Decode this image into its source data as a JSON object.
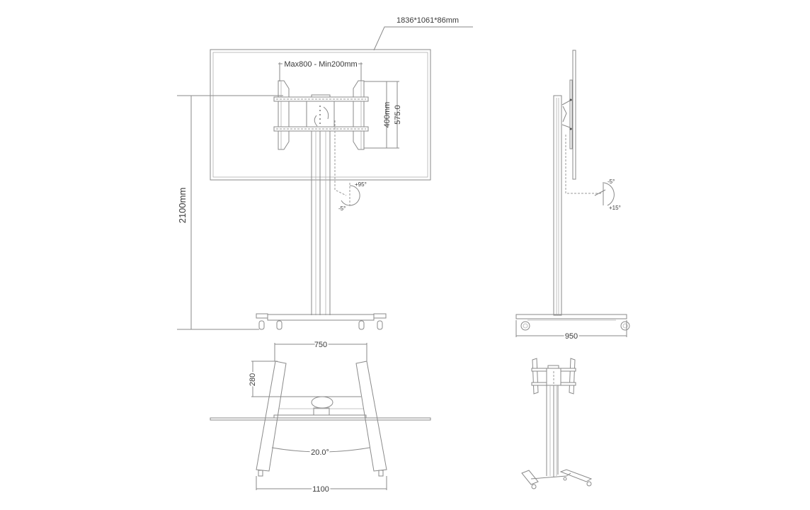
{
  "front_view": {
    "display_size_label": "1836*1061*86mm",
    "vesa_width_label": "Max800 - Min200mm",
    "vesa_height_label": "400mm",
    "bracket_height_label": "575.0",
    "total_height_label": "2100mm",
    "swivel_plus_label": "+95°",
    "swivel_minus_label": "-5°"
  },
  "side_view": {
    "tilt_minus_label": "-5°",
    "tilt_plus_label": "+15°",
    "base_depth_label": "950"
  },
  "top_view": {
    "inner_width_label": "750",
    "offset_label": "280",
    "leg_angle_label": "20.0°",
    "outer_width_label": "1100"
  }
}
